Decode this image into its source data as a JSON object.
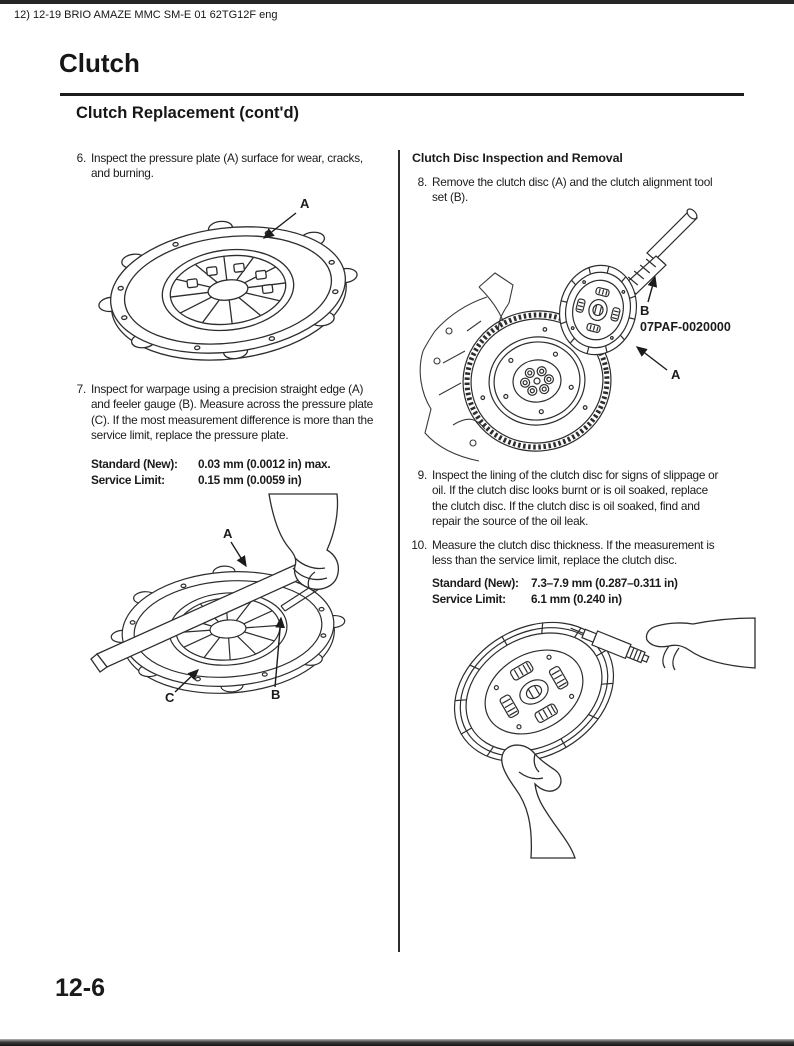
{
  "page": {
    "top_code": "12) 12-19 BRIO AMAZE MMC SM-E 01 62TG12F eng",
    "chapter_title": "Clutch",
    "section_title": "Clutch Replacement (cont'd)",
    "page_number": "12-6"
  },
  "left_column": {
    "step6": {
      "num": "6.",
      "lines": [
        "Inspect the pressure plate (A) surface for wear, cracks,",
        "and burning."
      ]
    },
    "figure_pressure_plate": {
      "label_a": "A"
    },
    "step7": {
      "num": "7.",
      "lines": [
        "Inspect for warpage using a precision straight edge (A)",
        "and feeler gauge (B). Measure across the pressure plate",
        "(C). If the most measurement difference is more than the",
        "service limit, replace the pressure plate."
      ]
    },
    "warpage_spec": {
      "rows": [
        {
          "label": "Standard (New):",
          "value": "0.03 mm (0.0012 in) max."
        },
        {
          "label": "Service Limit:",
          "value": "0.15 mm (0.0059 in)"
        }
      ]
    },
    "figure_warpage_check": {
      "label_a": "A",
      "label_b": "B",
      "label_c": "C"
    }
  },
  "right_column": {
    "heading": "Clutch Disc Inspection and Removal",
    "step8": {
      "num": "8.",
      "lines": [
        "Remove the clutch disc (A) and the clutch alignment tool",
        "set (B)."
      ]
    },
    "figure_clutch_disc_removal": {
      "label_a": "A",
      "label_b": "B",
      "part_number": "07PAF-0020000"
    },
    "step9": {
      "num": "9.",
      "lines": [
        "Inspect the lining of the clutch disc for signs of slippage or",
        "oil. If the clutch disc looks burnt or is oil soaked, replace",
        "the clutch disc. If the clutch disc is oil soaked, find and",
        "repair the source of the oil leak."
      ]
    },
    "step10": {
      "num": "10.",
      "lines": [
        "Measure the clutch disc thickness. If the measurement is",
        "less than the service limit, replace the clutch disc."
      ]
    },
    "thickness_spec": {
      "rows": [
        {
          "label": "Standard (New):",
          "value": "7.3–7.9 mm (0.287–0.311 in)"
        },
        {
          "label": "Service Limit:",
          "value": "6.1 mm (0.240 in)"
        }
      ]
    }
  }
}
